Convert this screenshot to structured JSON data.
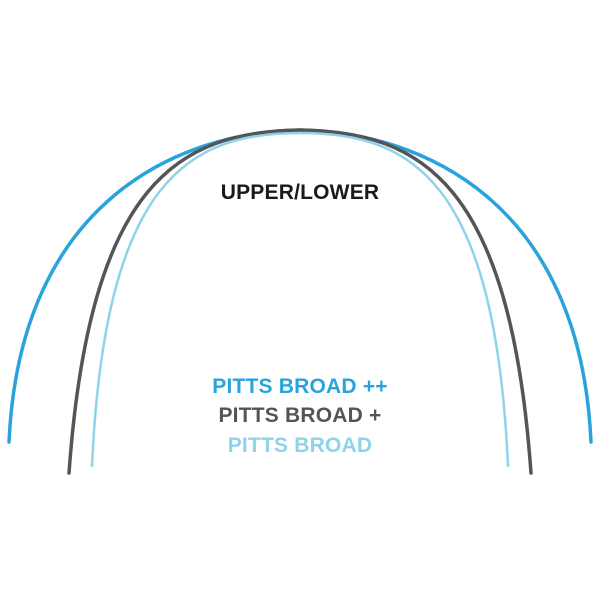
{
  "title": "UPPER/LOWER",
  "arches": [
    {
      "label": "PITTS BROAD ++",
      "color": "#29a3dc"
    },
    {
      "label": "PITTS BROAD +",
      "color": "#555558"
    },
    {
      "label": "PITTS BROAD",
      "color": "#8fd3ea"
    }
  ]
}
